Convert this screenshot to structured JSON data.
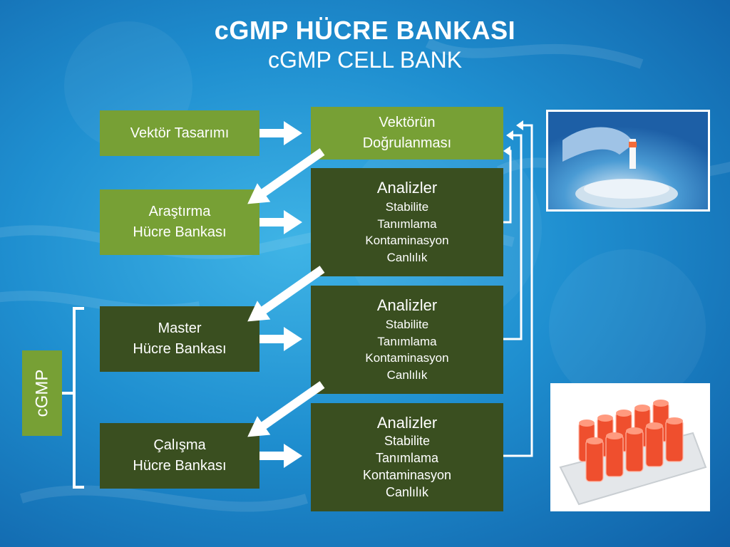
{
  "title": "cGMP HÜCRE BANKASI",
  "subtitle": "cGMP CELL BANK",
  "left_boxes": {
    "vector_design": [
      "Vektör Tasarımı"
    ],
    "research_bank": [
      "Araştırma",
      "Hücre Bankası"
    ],
    "master_bank": [
      "Master",
      "Hücre Bankası"
    ],
    "working_bank": [
      "Çalışma",
      "Hücre Bankası"
    ]
  },
  "vector_verification": [
    "Vektörün",
    "Doğrulanması"
  ],
  "analyses": [
    {
      "heading": "Analizler",
      "items": [
        "Stabilite",
        "Tanımlama",
        "Kontaminasyon",
        "Canlılık"
      ]
    },
    {
      "heading": "Analizler",
      "items": [
        "Stabilite",
        "Tanımlama",
        "Kontaminasyon",
        "Canlılık"
      ]
    },
    {
      "heading": "Analizler",
      "items": [
        "Stabilite",
        "Tanımlama",
        "Kontaminasyon",
        "Canlılık"
      ]
    }
  ],
  "cgmp_label": "cGMP",
  "colors": {
    "light_green": "#77a035",
    "dark_green": "#3a4f20",
    "background_blue": "#1f8fd0",
    "arrow": "#ffffff"
  },
  "photos": [
    "cryogenic-vial-photo",
    "cryovial-rack-photo"
  ]
}
